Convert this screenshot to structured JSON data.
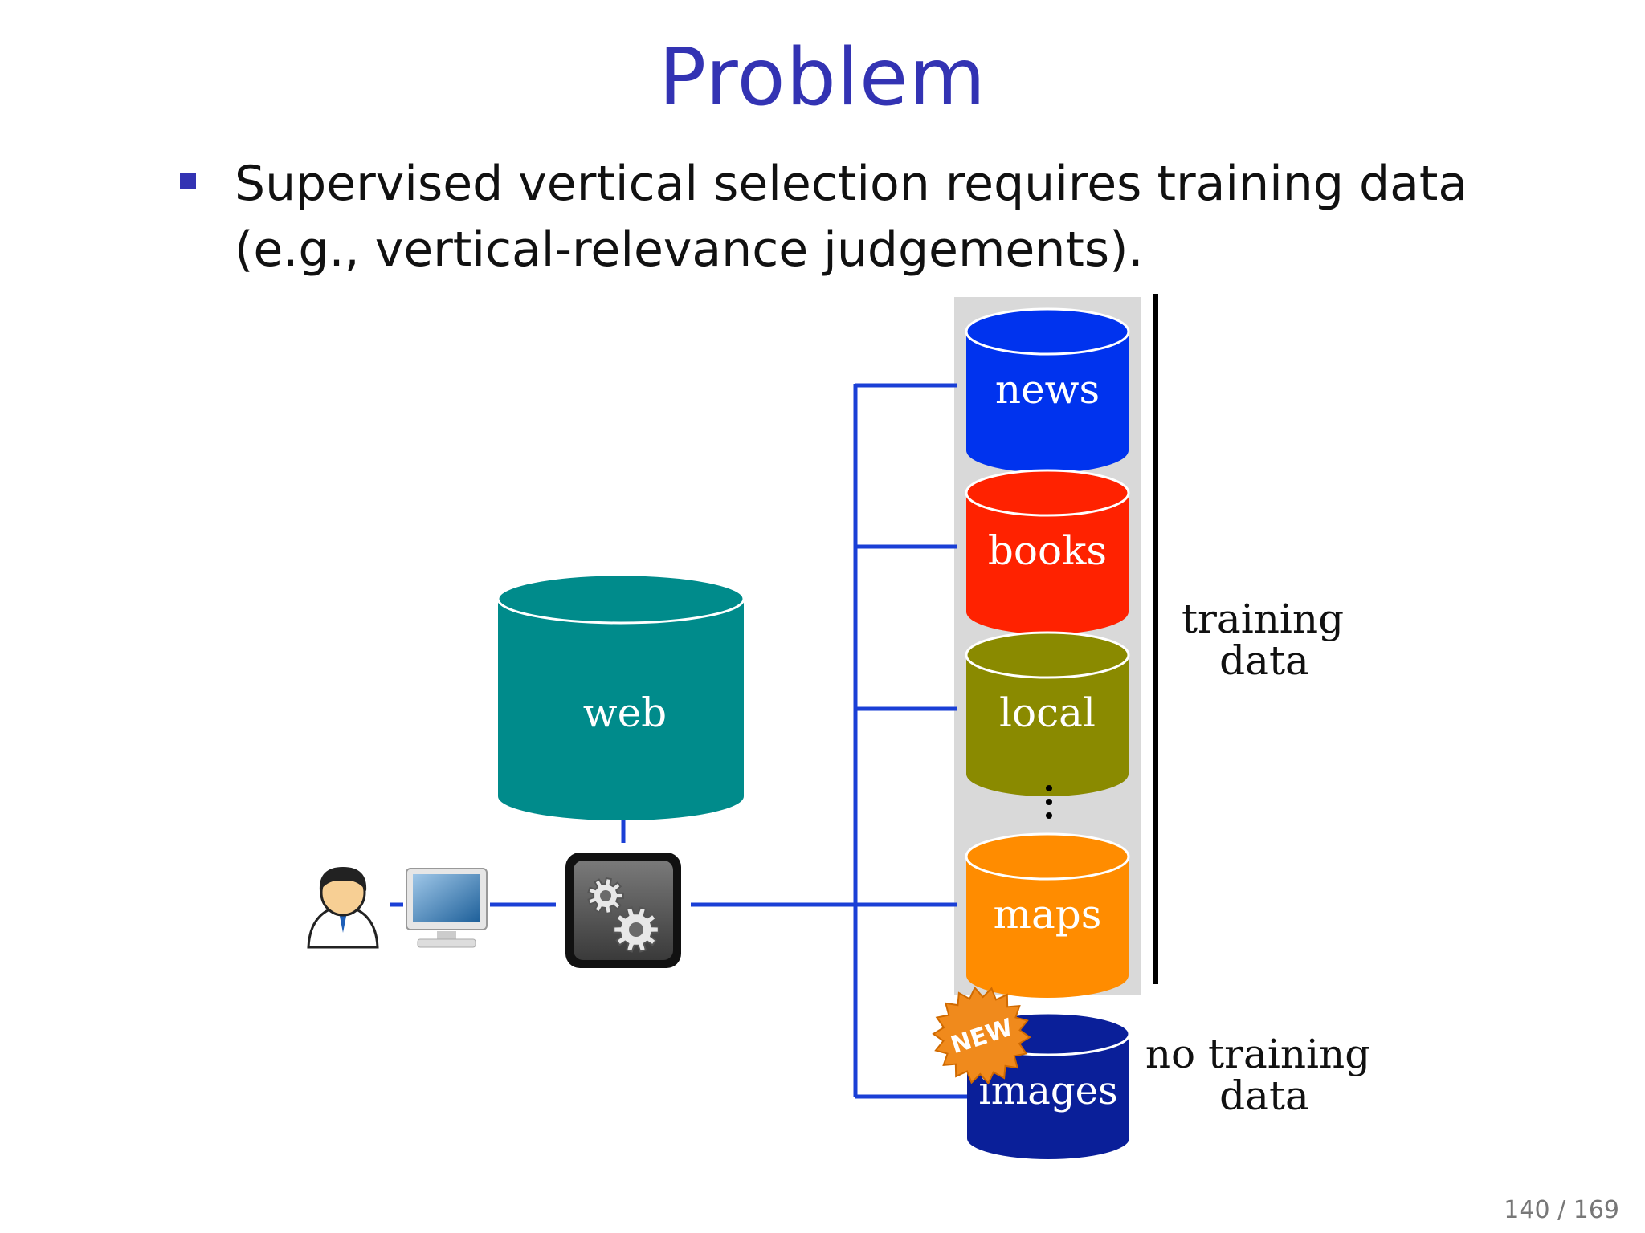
{
  "slide": {
    "title": "Problem",
    "bullet": "Supervised vertical selection requires training data (e.g., vertical-relevance judgements).",
    "page_number": "140 / 169"
  },
  "diagram": {
    "web_label": "web",
    "verticals": [
      {
        "label": "news",
        "color": "#0033ee"
      },
      {
        "label": "books",
        "color": "#ff2200"
      },
      {
        "label": "local",
        "color": "#8a8a00"
      },
      {
        "label": "maps",
        "color": "#ff8c00"
      }
    ],
    "ellipsis": "⋮",
    "new_vertical": {
      "label": "images",
      "color": "#0a1f99",
      "badge": "NEW"
    },
    "training_label": [
      "training",
      "data"
    ],
    "no_training_label": [
      "no training",
      "data"
    ],
    "colors": {
      "title": "#3333b3",
      "connector": "#1a3fd6",
      "web": "#008b8b",
      "panel": "#d9d9d9",
      "badge": "#f08a1c"
    },
    "icons": [
      "user-icon",
      "monitor-icon",
      "gears-icon"
    ]
  }
}
